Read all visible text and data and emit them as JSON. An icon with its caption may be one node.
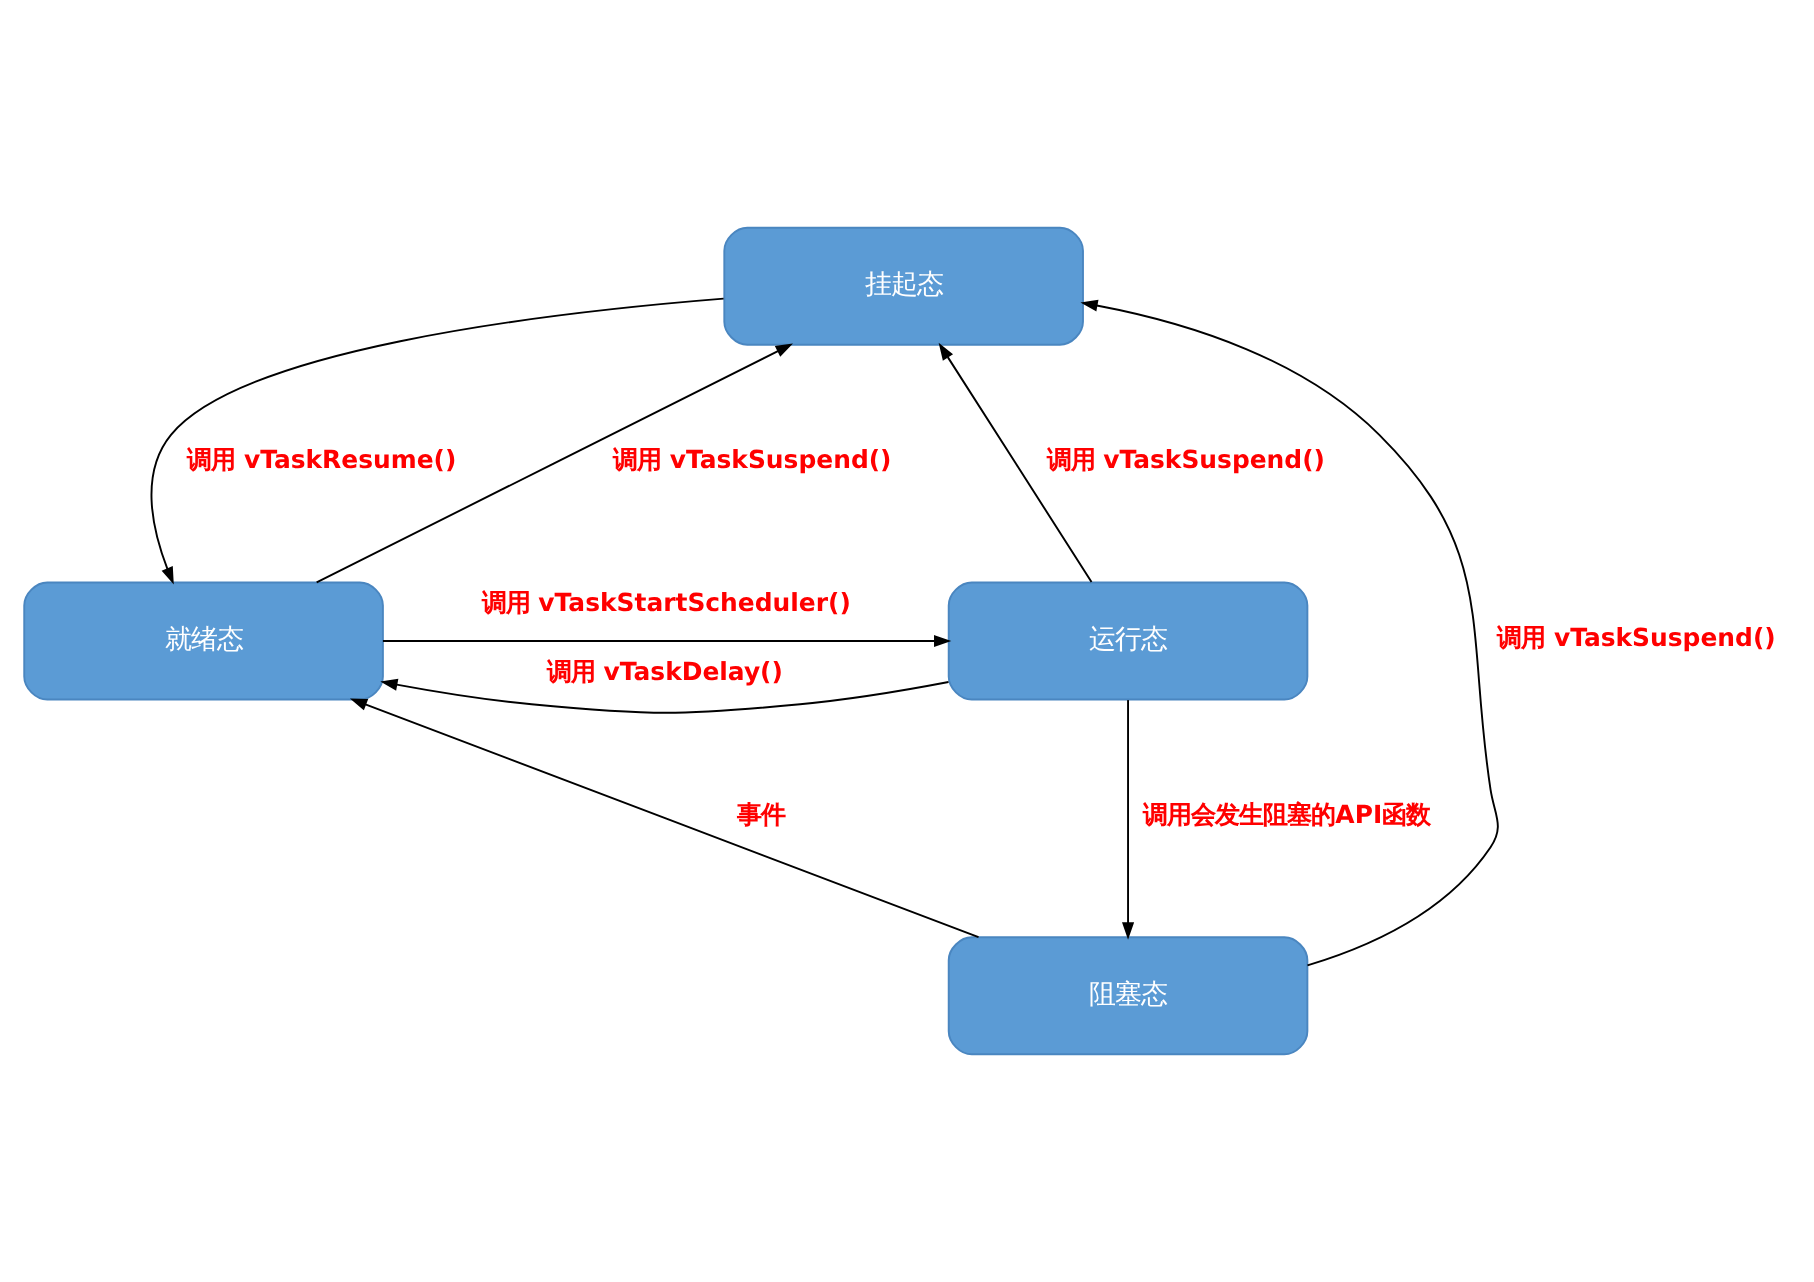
{
  "diagram": {
    "nodes": [
      {
        "text": [
          "挂起态"
        ]
      },
      {
        "text": [
          "就绪态"
        ]
      },
      {
        "text": [
          "运行态"
        ]
      },
      {
        "text": [
          "阻塞态"
        ]
      }
    ],
    "edges": [
      {
        "from": 1,
        "to": 0,
        "arrow": "to",
        "label": "调用 vTaskSuspend()"
      },
      {
        "from": 0,
        "to": 1,
        "arrow": "to",
        "label": "调用 vTaskResume()"
      },
      {
        "from": 1,
        "to": 2,
        "arrow": "to",
        "label": "调用 vTaskStartScheduler()"
      },
      {
        "from": 2,
        "to": 1,
        "arrow": "to",
        "label": "调用 vTaskDelay()"
      },
      {
        "from": 2,
        "to": 0,
        "arrow": "to",
        "label": "调用 vTaskSuspend()"
      },
      {
        "from": 3,
        "to": 0,
        "arrow": "to",
        "label": "调用 vTaskSuspend()"
      },
      {
        "from": 3,
        "to": 1,
        "arrow": "to",
        "label": "事件"
      },
      {
        "from": 2,
        "to": 3,
        "arrow": "to",
        "label": "调用会发生阻塞的API函数"
      }
    ]
  }
}
